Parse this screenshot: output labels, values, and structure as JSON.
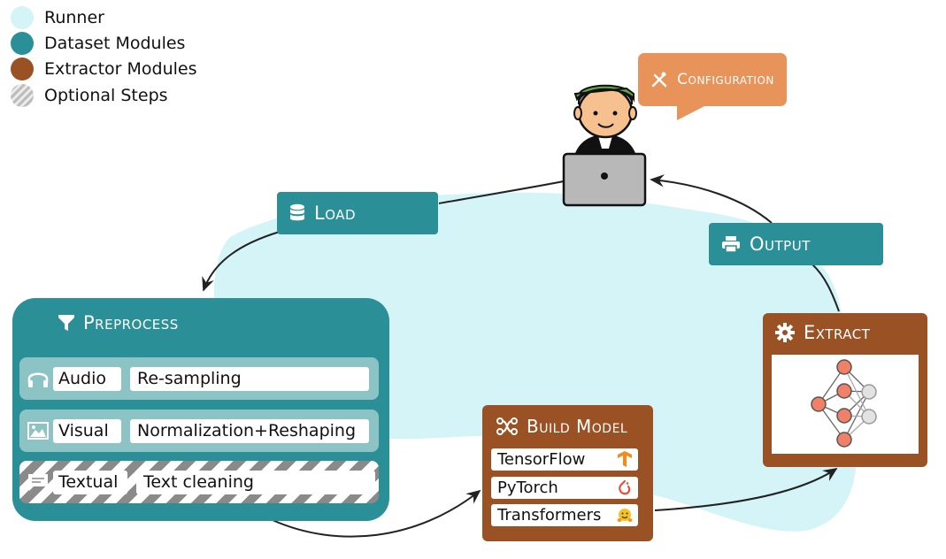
{
  "legend": [
    {
      "label": "Runner",
      "color": "#d4f4f8"
    },
    {
      "label": "Dataset Modules",
      "color": "#2a8f96"
    },
    {
      "label": "Extractor Modules",
      "color": "#9a5225"
    },
    {
      "label": "Optional Steps",
      "color": "#cfcfcf"
    }
  ],
  "configuration": {
    "label": "Configuration",
    "icon": "tools-icon"
  },
  "load": {
    "label": "Load",
    "icon": "database-icon"
  },
  "output": {
    "label": "Output",
    "icon": "printer-icon"
  },
  "preprocess": {
    "title": "Preprocess",
    "icon": "filter-icon",
    "rows": [
      {
        "name": "Audio",
        "step": "Re-sampling",
        "icon": "headphones-icon",
        "optional": false
      },
      {
        "name": "Visual",
        "step": "Normalization+Reshaping",
        "icon": "image-icon",
        "optional": false
      },
      {
        "name": "Textual",
        "step": "Text cleaning",
        "icon": "chat-icon",
        "optional": true
      }
    ]
  },
  "build_model": {
    "title": "Build Model",
    "icon": "graph-icon",
    "libraries": [
      {
        "name": "TensorFlow",
        "icon": "tensorflow-icon"
      },
      {
        "name": "PyTorch",
        "icon": "pytorch-icon"
      },
      {
        "name": "Transformers",
        "icon": "huggingface-icon"
      }
    ]
  },
  "extract": {
    "title": "Extract",
    "icon": "gear-icon"
  },
  "colors": {
    "runner": "#d4f4f8",
    "dataset": "#2a8f96",
    "extractor": "#9a5225",
    "config": "#e8935a",
    "node": "#f08066"
  }
}
